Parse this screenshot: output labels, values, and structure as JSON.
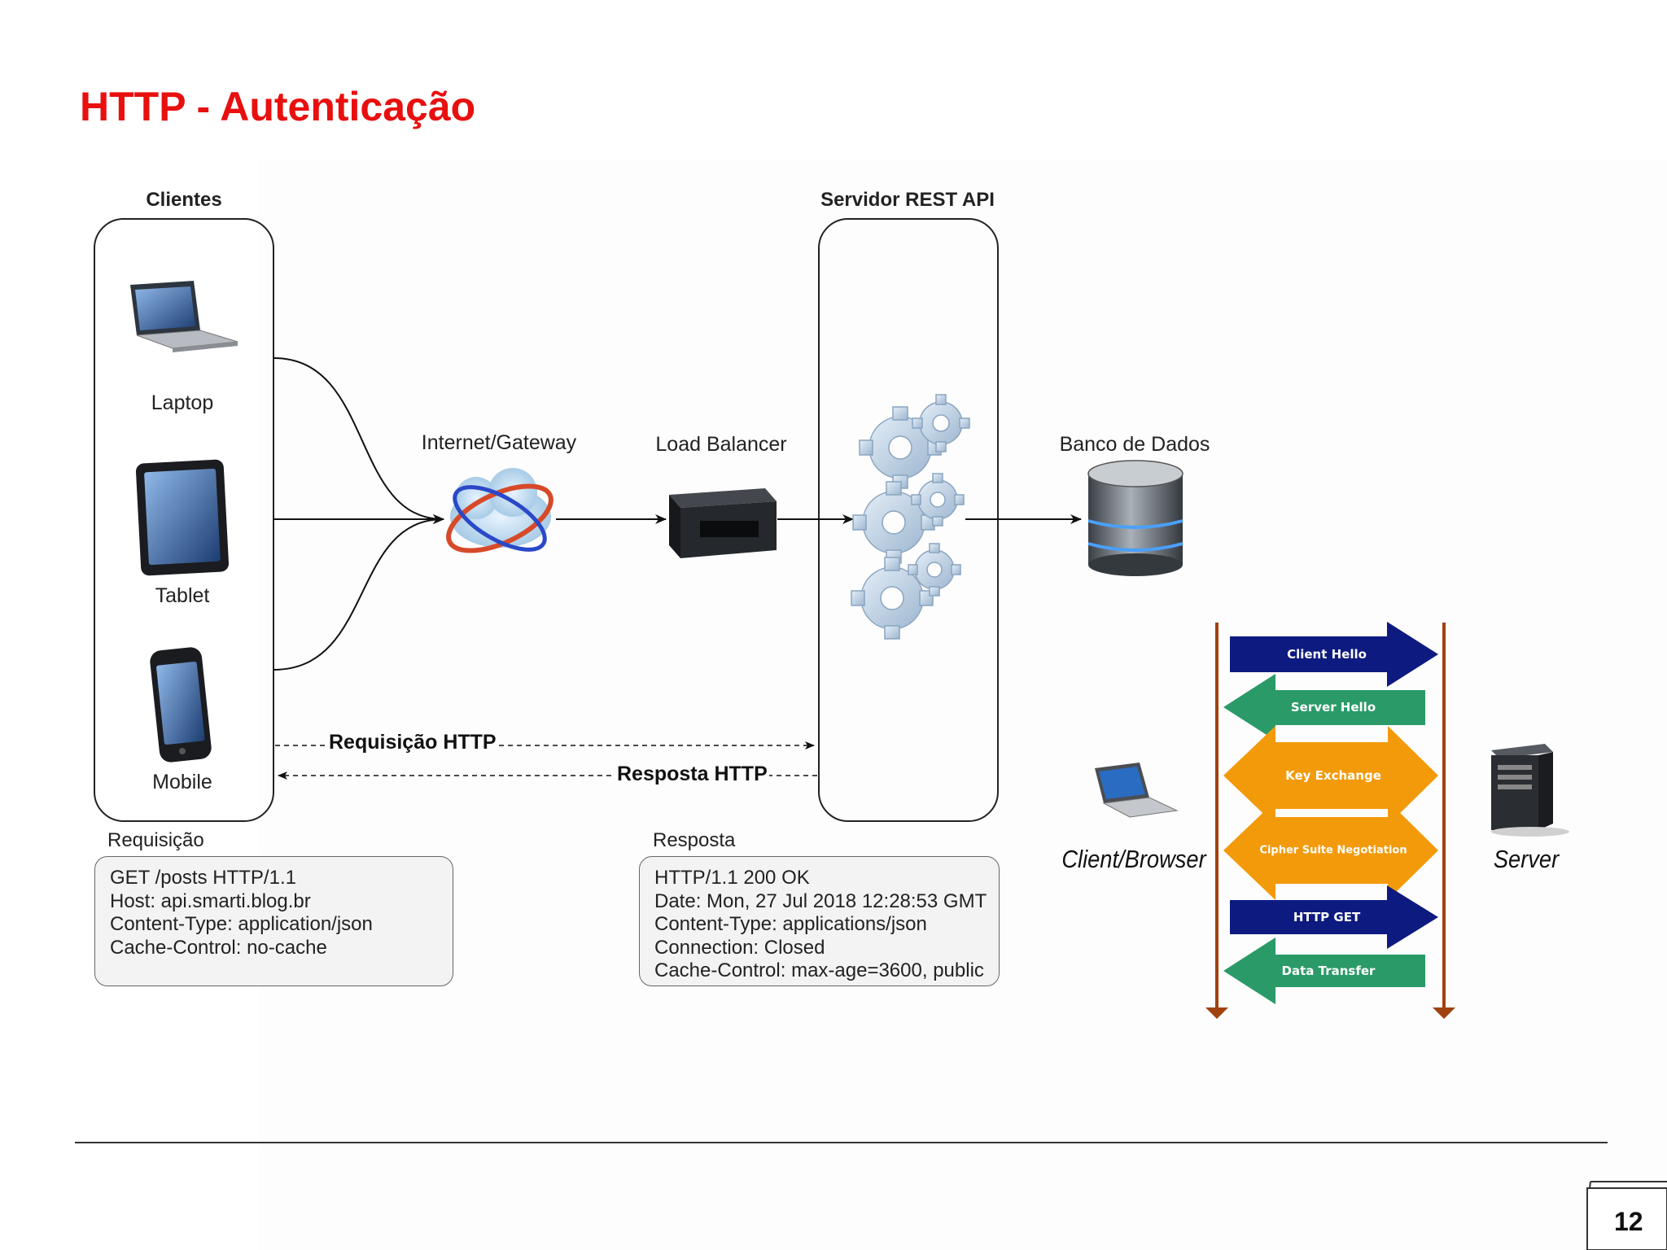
{
  "slide": {
    "title": "HTTP - Autenticação",
    "page_number": "12"
  },
  "diagram": {
    "clients_title": "Clientes",
    "server_title": "Servidor REST API",
    "devices": [
      "Laptop",
      "Tablet",
      "Mobile"
    ],
    "internet_label": "Internet/Gateway",
    "load_balancer_label": "Load Balancer",
    "database_label": "Banco de Dados",
    "request_flow_label": "Requisição HTTP",
    "response_flow_label": "Resposta HTTP"
  },
  "request": {
    "label": "Requisição",
    "lines": [
      "GET /posts HTTP/1.1",
      "Host: api.smarti.blog.br",
      "Content-Type: application/json",
      "Cache-Control: no-cache"
    ]
  },
  "response": {
    "label": "Resposta",
    "lines": [
      "HTTP/1.1 200 OK",
      "Date: Mon, 27 Jul 2018 12:28:53 GMT",
      "Content-Type: applications/json",
      "Connection: Closed",
      "Cache-Control: max-age=3600, public"
    ]
  },
  "handshake": {
    "client_label": "Client/Browser",
    "server_label": "Server",
    "steps": [
      {
        "label": "Client Hello",
        "direction": "right",
        "color": "#0d1a80"
      },
      {
        "label": "Server Hello",
        "direction": "left",
        "color": "#2a9a68"
      },
      {
        "label": "Key Exchange",
        "direction": "both",
        "color": "#f39a0a"
      },
      {
        "label": "Cipher Suite Negotiation",
        "direction": "both",
        "color": "#f39a0a"
      },
      {
        "label": "HTTP GET",
        "direction": "right",
        "color": "#0d1a80"
      },
      {
        "label": "Data Transfer",
        "direction": "left",
        "color": "#2a9a68"
      }
    ],
    "lifeline_color": "#a0420f"
  },
  "colors": {
    "title": "#e8100f"
  }
}
